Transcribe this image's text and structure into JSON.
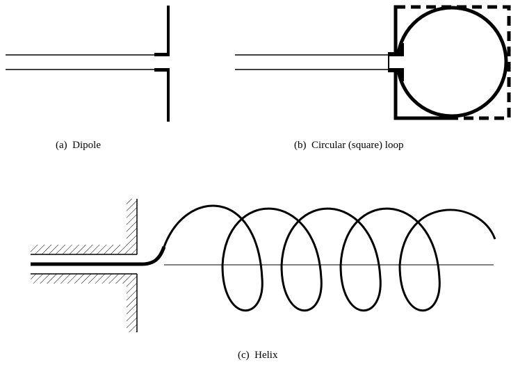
{
  "figure": {
    "captions": {
      "a": "(a)  Dipole",
      "b": "(b)  Circular (square) loop",
      "c": "(c)  Helix"
    },
    "panels": [
      {
        "id": "a",
        "element": "dipole",
        "parts": [
          "feed-line",
          "dipole-arms"
        ]
      },
      {
        "id": "b",
        "element": "circular-loop",
        "parts": [
          "feed-line",
          "circular-loop",
          "square-loop-dashed"
        ]
      },
      {
        "id": "c",
        "element": "helix",
        "parts": [
          "ground-plane",
          "coaxial-feed",
          "helix-coil",
          "helix-axis"
        ],
        "turns": 5
      }
    ],
    "colors": {
      "ink": "#000000",
      "background": "#ffffff"
    }
  }
}
